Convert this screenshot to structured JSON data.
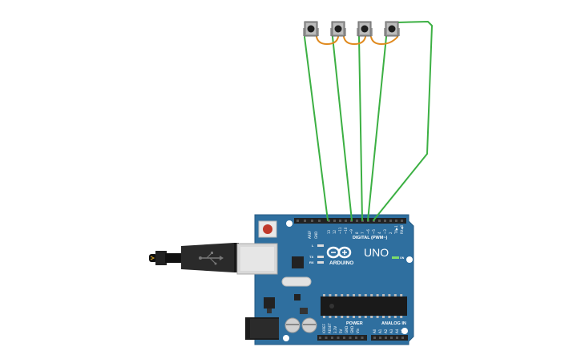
{
  "workspace": {
    "background": "#ffffff"
  },
  "colors": {
    "board": "#2f6f9f",
    "board_dark": "#245a83",
    "header": "#222222",
    "wire_green": "#3cb043",
    "wire_orange": "#e08a1e",
    "usb_silver": "#d8d8d8",
    "reset": "#c0392b"
  },
  "board": {
    "logo_text": "ARDUINO",
    "model_text": "UNO",
    "digital_label": "DIGITAL (PWM~)",
    "power_label": "POWER",
    "analog_label": "ANALOG IN",
    "on_label": "ON",
    "led_labels": [
      "L",
      "TX",
      "RX"
    ],
    "aref_labels": [
      "AREF",
      "GND"
    ],
    "digital_pins": [
      "13",
      "12",
      "~11",
      "~10",
      "~9",
      "8",
      "7",
      "~6",
      "~5",
      "4",
      "~3",
      "2",
      "TX▶1",
      "RX◀0"
    ],
    "power_pins": [
      "IOREF",
      "RESET",
      "3.3V",
      "5V",
      "GND",
      "GND",
      "Vin"
    ],
    "analog_pins": [
      "A0",
      "A1",
      "A2",
      "A3",
      "A4",
      "A5"
    ]
  },
  "pushbuttons": [
    {
      "name": "button-1"
    },
    {
      "name": "button-2"
    },
    {
      "name": "button-3"
    },
    {
      "name": "button-4"
    }
  ]
}
